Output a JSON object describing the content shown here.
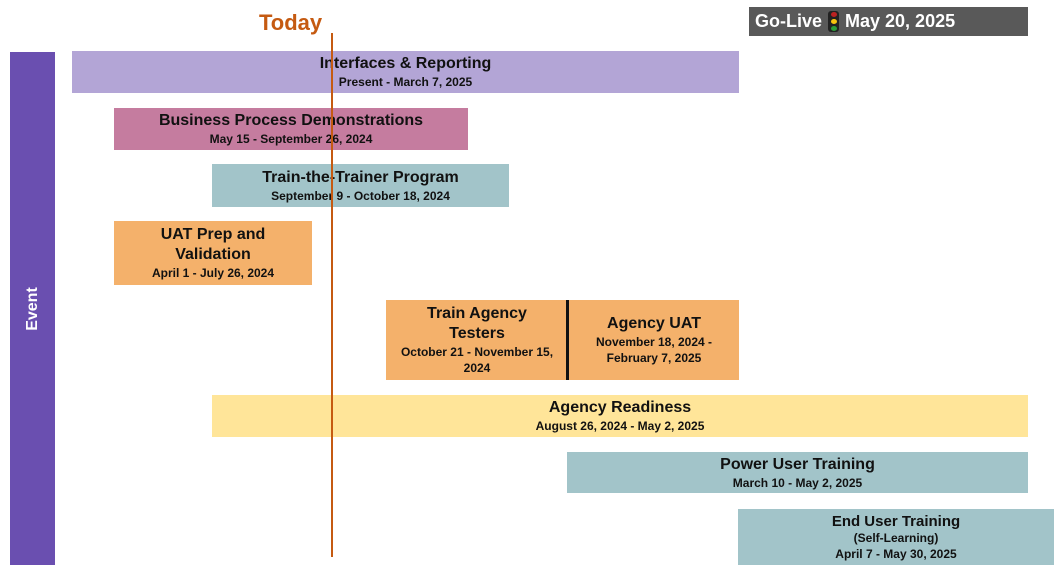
{
  "axis_label": "Event",
  "today_label": "Today",
  "golive": {
    "label": "Go-Live",
    "icon": "traffic-light-icon",
    "date": "May 20, 2025"
  },
  "bars": {
    "interfaces": {
      "title": "Interfaces & Reporting",
      "dates": "Present - March 7, 2025"
    },
    "bpd": {
      "title": "Business Process Demonstrations",
      "dates": "May 15 - September 26, 2024"
    },
    "ttt": {
      "title": "Train-the-Trainer Program",
      "dates": "September 9 - October 18, 2024"
    },
    "uat_prep": {
      "title_line1": "UAT Prep and",
      "title_line2": "Validation",
      "dates": "April 1 - July 26, 2024"
    },
    "train_testers": {
      "title_line1": "Train Agency",
      "title_line2": "Testers",
      "dates_line1": "October 21 - November 15,",
      "dates_line2": "2024"
    },
    "agency_uat": {
      "title": "Agency UAT",
      "dates_line1": "November 18, 2024 -",
      "dates_line2": "February 7, 2025"
    },
    "readiness": {
      "title": "Agency Readiness",
      "dates": "August 26, 2024 - May 2, 2025"
    },
    "power_user": {
      "title": "Power User Training",
      "dates": "March 10 - May 2, 2025"
    },
    "end_user": {
      "title": "End User Training",
      "subtitle": "(Self-Learning)",
      "dates": "April 7 - May 30, 2025"
    }
  },
  "colors": {
    "event_bar": "#6a4fb0",
    "today": "#c55a11",
    "golive_bg": "#595959",
    "interfaces": "#b3a5d6",
    "bpd": "#c57c9f",
    "teal": "#a2c4c9",
    "orange": "#f4b16b",
    "readiness": "#ffe599"
  }
}
